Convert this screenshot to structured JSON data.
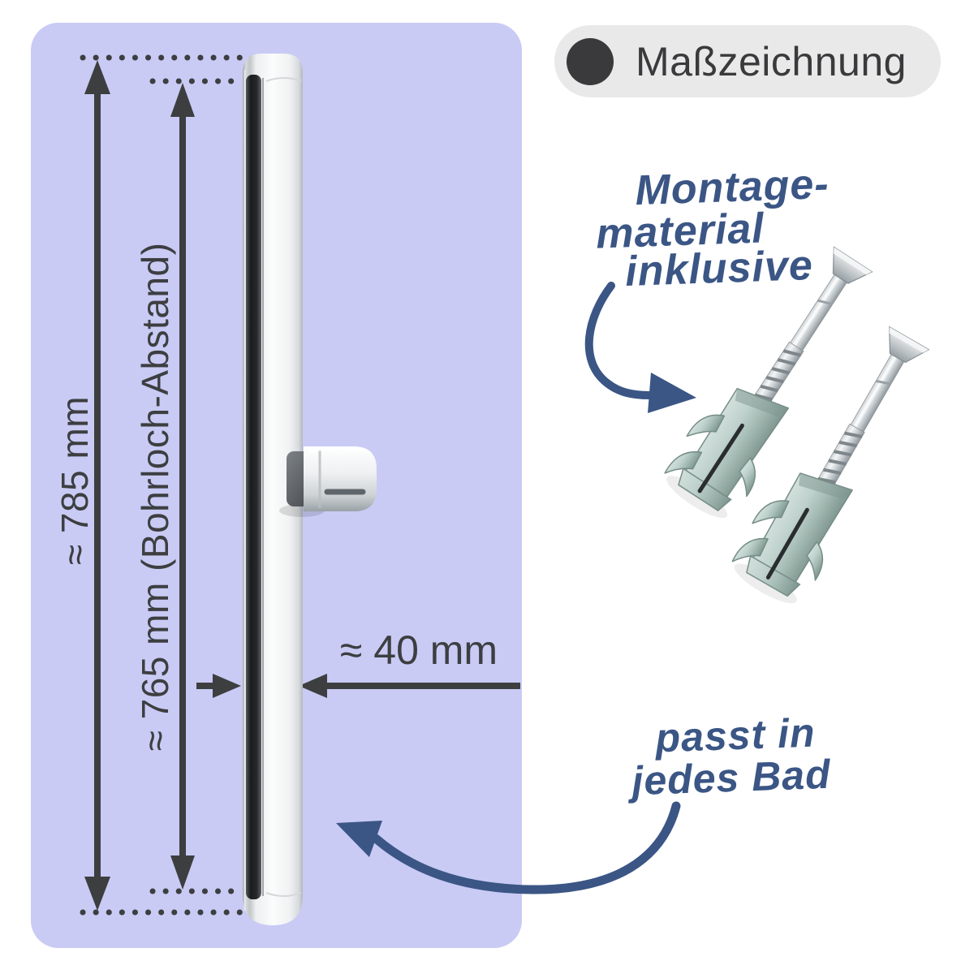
{
  "badge": {
    "icon": "dot-icon",
    "label": "Maßzeichnung"
  },
  "dimensions": {
    "total_height": "≈ 785 mm",
    "hole_distance": "≈ 765 mm (Bohrloch-Abstand)",
    "depth": "≈ 40 mm"
  },
  "annotations": {
    "mounting_line1": "Montage-",
    "mounting_line2": "material",
    "mounting_line3": "inklusive",
    "fits_line1": "passt in",
    "fits_line2": "jedes Bad"
  },
  "illustrations": {
    "rail": "shower-rail-with-slider-holder",
    "hardware": "two-wall-anchors-with-screws"
  },
  "colors": {
    "panel_background": "#c9cbf5",
    "dimension_lines": "#3d3e40",
    "handwriting_blue": "#3b5685",
    "badge_background": "#e9e9ea",
    "badge_foreground": "#3a3a3c",
    "anchor_sage": "#b5c9c3",
    "chrome_light": "#f2f4f5"
  }
}
